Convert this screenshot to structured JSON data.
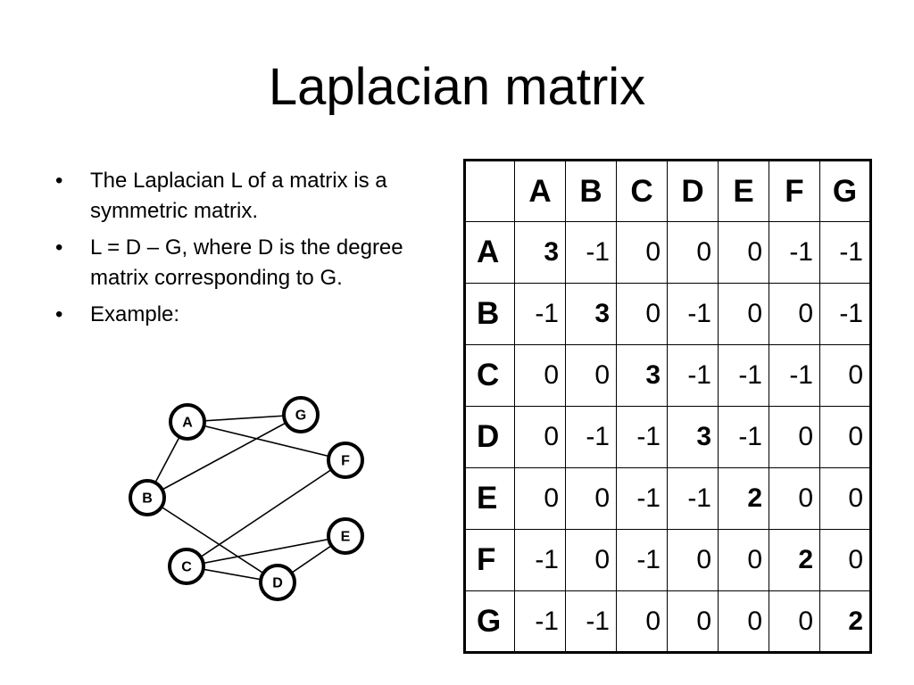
{
  "title": "Laplacian matrix",
  "bullets": [
    {
      "bullet": "•",
      "text": "The Laplacian L of a matrix is a symmetric matrix."
    },
    {
      "bullet": "•",
      "text": "L = D – G, where D is the degree matrix corresponding to G."
    },
    {
      "bullet": "•",
      "text": "Example:"
    }
  ],
  "graph": {
    "nodes": [
      "A",
      "B",
      "C",
      "D",
      "E",
      "F",
      "G"
    ],
    "edges": [
      [
        "A",
        "G"
      ],
      [
        "A",
        "F"
      ],
      [
        "A",
        "B"
      ],
      [
        "B",
        "G"
      ],
      [
        "B",
        "D"
      ],
      [
        "C",
        "F"
      ],
      [
        "C",
        "E"
      ],
      [
        "C",
        "D"
      ],
      [
        "D",
        "E"
      ]
    ]
  },
  "matrix": {
    "corner": "",
    "columns": [
      "A",
      "B",
      "C",
      "D",
      "E",
      "F",
      "G"
    ],
    "rows": [
      {
        "label": "A",
        "values": [
          "3",
          "-1",
          "0",
          "0",
          "0",
          "-1",
          "-1"
        ]
      },
      {
        "label": "B",
        "values": [
          "-1",
          "3",
          "0",
          "-1",
          "0",
          "0",
          "-1"
        ]
      },
      {
        "label": "C",
        "values": [
          "0",
          "0",
          "3",
          "-1",
          "-1",
          "-1",
          "0"
        ]
      },
      {
        "label": "D",
        "values": [
          "0",
          "-1",
          "-1",
          "3",
          "-1",
          "0",
          "0"
        ]
      },
      {
        "label": "E",
        "values": [
          "0",
          "0",
          "-1",
          "-1",
          "2",
          "0",
          "0"
        ]
      },
      {
        "label": "F",
        "values": [
          "-1",
          "0",
          "-1",
          "0",
          "0",
          "2",
          "0"
        ]
      },
      {
        "label": "G",
        "values": [
          "-1",
          "-1",
          "0",
          "0",
          "0",
          "0",
          "2"
        ]
      }
    ]
  }
}
